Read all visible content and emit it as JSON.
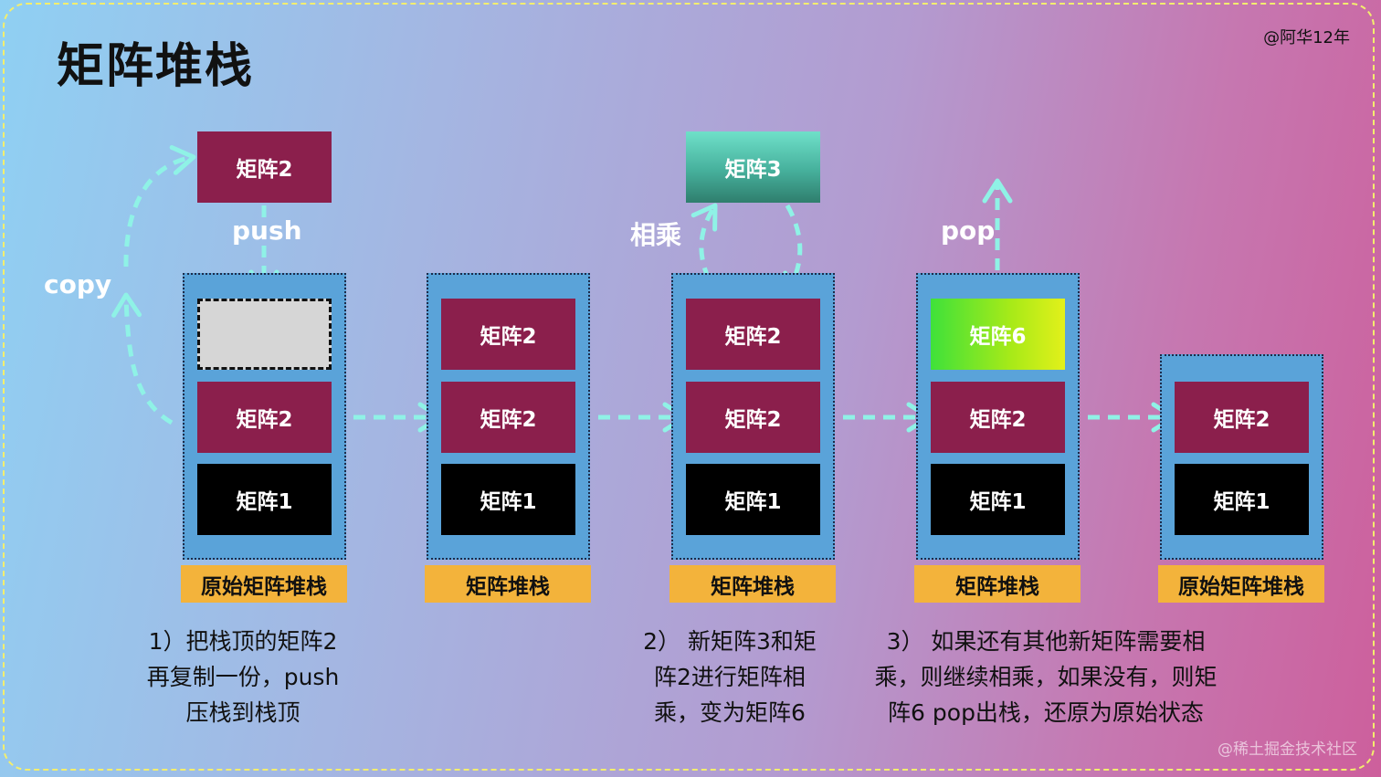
{
  "title": "矩阵堆栈",
  "author": "@阿华12年",
  "watermark": "@稀土掘金技术社区",
  "operations": {
    "copy": "copy",
    "push": "push",
    "multiply": "相乘",
    "pop": "pop"
  },
  "floating": {
    "pushed_matrix": "矩阵2",
    "new_matrix": "矩阵3"
  },
  "stacks": [
    {
      "label": "原始矩阵堆栈",
      "items": [
        "",
        "矩阵2",
        "矩阵1"
      ]
    },
    {
      "label": "矩阵堆栈",
      "items": [
        "矩阵2",
        "矩阵2",
        "矩阵1"
      ]
    },
    {
      "label": "矩阵堆栈",
      "items": [
        "矩阵2",
        "矩阵2",
        "矩阵1"
      ]
    },
    {
      "label": "矩阵堆栈",
      "items": [
        "矩阵6",
        "矩阵2",
        "矩阵1"
      ]
    },
    {
      "label": "原始矩阵堆栈",
      "items": [
        "矩阵2",
        "矩阵1"
      ]
    }
  ],
  "steps": [
    {
      "lines": [
        "1）把栈顶的矩阵2",
        "再复制一份，push",
        "压栈到栈顶"
      ]
    },
    {
      "lines": [
        "2） 新矩阵3和矩",
        "阵2进行矩阵相",
        "乘，变为矩阵6"
      ]
    },
    {
      "lines": [
        "3） 如果还有其他新矩阵需要相",
        "乘，则继续相乘，如果没有，则矩",
        "阵6 pop出栈，还原为原始状态"
      ]
    }
  ],
  "colors": {
    "background_start": "#8fd0f3",
    "background_end": "#cd5f9c",
    "stack": "#5aa3d9",
    "matrix2": "#8b1f4c",
    "matrix1": "#000000",
    "matrix3": "#46b09c",
    "matrix6": "#a8ea18",
    "label": "#f3b33b",
    "arrow": "#8ff2e6"
  }
}
